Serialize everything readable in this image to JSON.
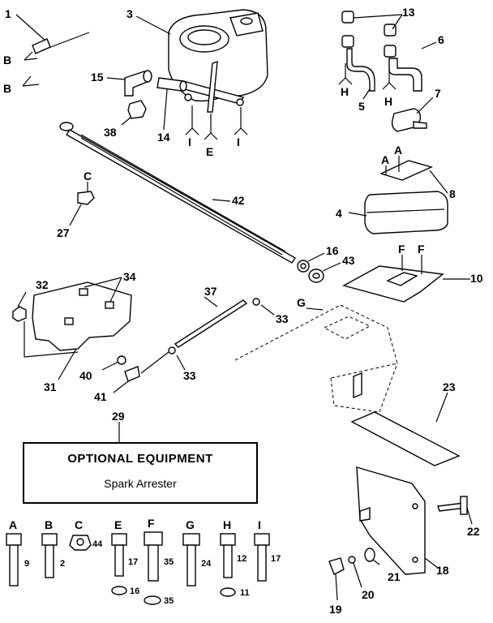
{
  "callouts": {
    "n1": "1",
    "n2": "2",
    "n3": "3",
    "n4": "4",
    "n5": "5",
    "n6": "6",
    "n7": "7",
    "n8": "8",
    "n9": "9",
    "n10": "10",
    "n11": "11",
    "n12": "12",
    "n13": "13",
    "n14": "14",
    "n15": "15",
    "n16a": "16",
    "n16b": "16",
    "n17a": "17",
    "n17b": "17",
    "n18": "18",
    "n19": "19",
    "n20": "20",
    "n21": "21",
    "n22": "22",
    "n23": "23",
    "n24": "24",
    "n27": "27",
    "n29": "29",
    "n31": "31",
    "n32": "32",
    "n33a": "33",
    "n33b": "33",
    "n34": "34",
    "n35a": "35",
    "n35b": "35",
    "n37": "37",
    "n38": "38",
    "n40": "40",
    "n41": "41",
    "n42": "42",
    "n43": "43",
    "n44": "44"
  },
  "letters": {
    "b1": "B",
    "b2": "B",
    "e": "E",
    "i1": "I",
    "i2": "I",
    "h1": "H",
    "h2": "H",
    "a1": "A",
    "a2": "A",
    "c": "C",
    "f1": "F",
    "f2": "F",
    "g": "G"
  },
  "optional_box": {
    "title": "OPTIONAL EQUIPMENT",
    "subtitle": "Spark Arrester"
  },
  "hardware": [
    {
      "letter": "A",
      "part": "9"
    },
    {
      "letter": "B",
      "part": "2"
    },
    {
      "letter": "C",
      "part": "44"
    },
    {
      "letter": "E",
      "part": "17",
      "washer": "16"
    },
    {
      "letter": "F",
      "part": "35",
      "washer": "35"
    },
    {
      "letter": "G",
      "part": "24"
    },
    {
      "letter": "H",
      "part": "12",
      "washer": "11"
    },
    {
      "letter": "I",
      "part": "17"
    }
  ]
}
